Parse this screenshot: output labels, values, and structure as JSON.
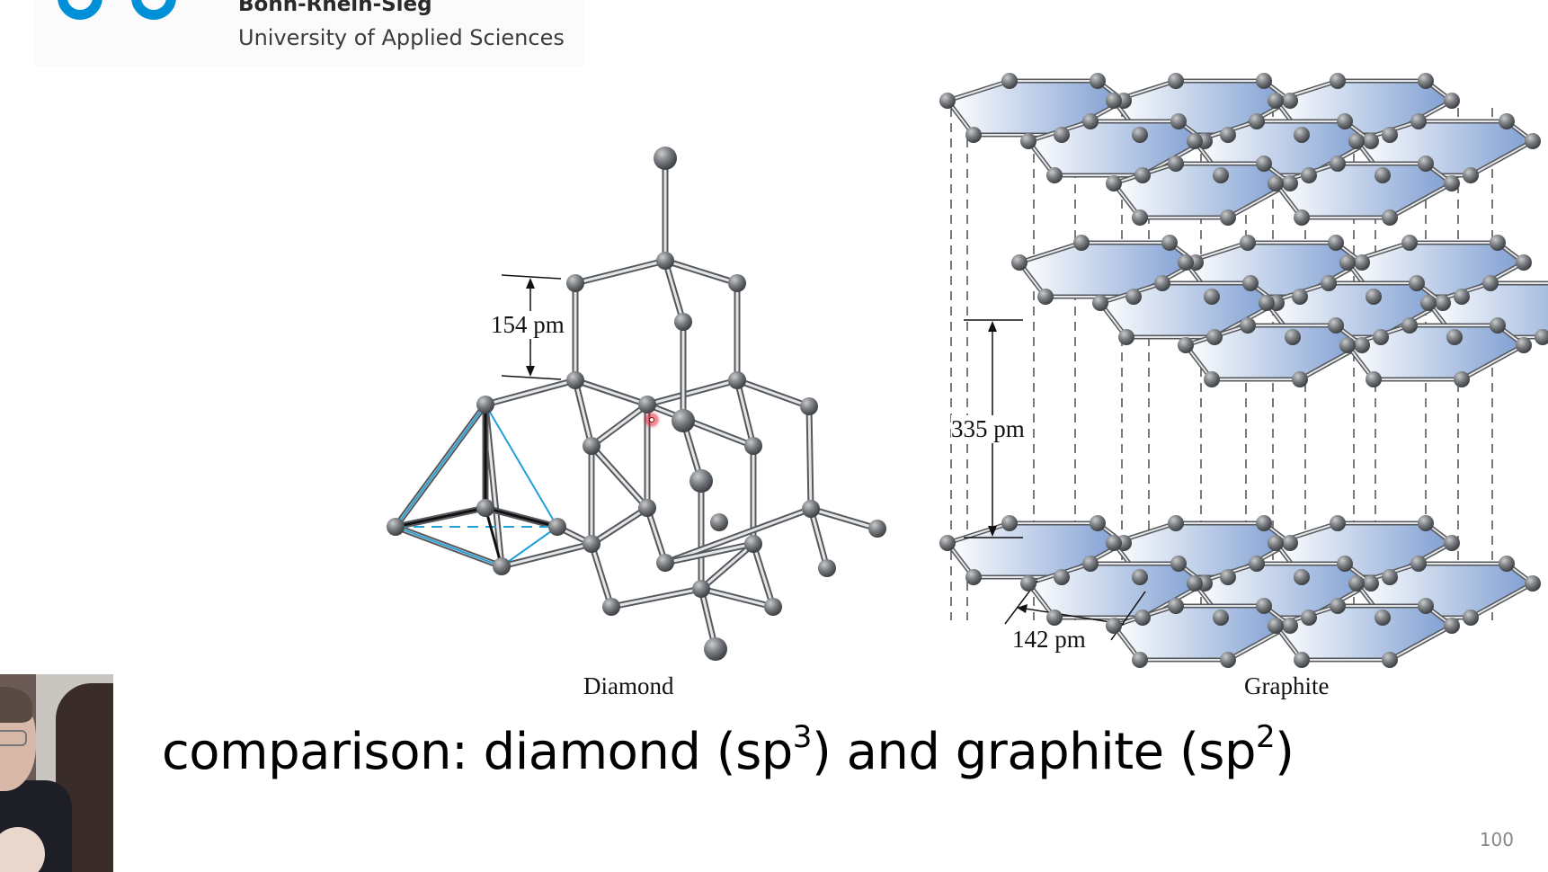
{
  "header": {
    "logo_line1": "Bonn-Rhein-Sieg",
    "logo_line2": "University of Applied Sciences"
  },
  "diagram": {
    "diamond_caption": "Diamond",
    "graphite_caption": "Graphite",
    "diamond_bond_length": "154 pm",
    "graphite_layer_spacing": "335 pm",
    "graphite_bond_length": "142 pm"
  },
  "title": {
    "prefix": "comparison: diamond (sp",
    "sup1": "3",
    "middle": ") and graphite (sp",
    "sup2": "2",
    "suffix": ")"
  },
  "page_number": "100",
  "colors": {
    "logo_blue": "#0090d8",
    "hexagon_fill": "#7e9ed2",
    "atom_gray": "#6b6e72",
    "tetrahedron_blue": "#21a0d8"
  }
}
